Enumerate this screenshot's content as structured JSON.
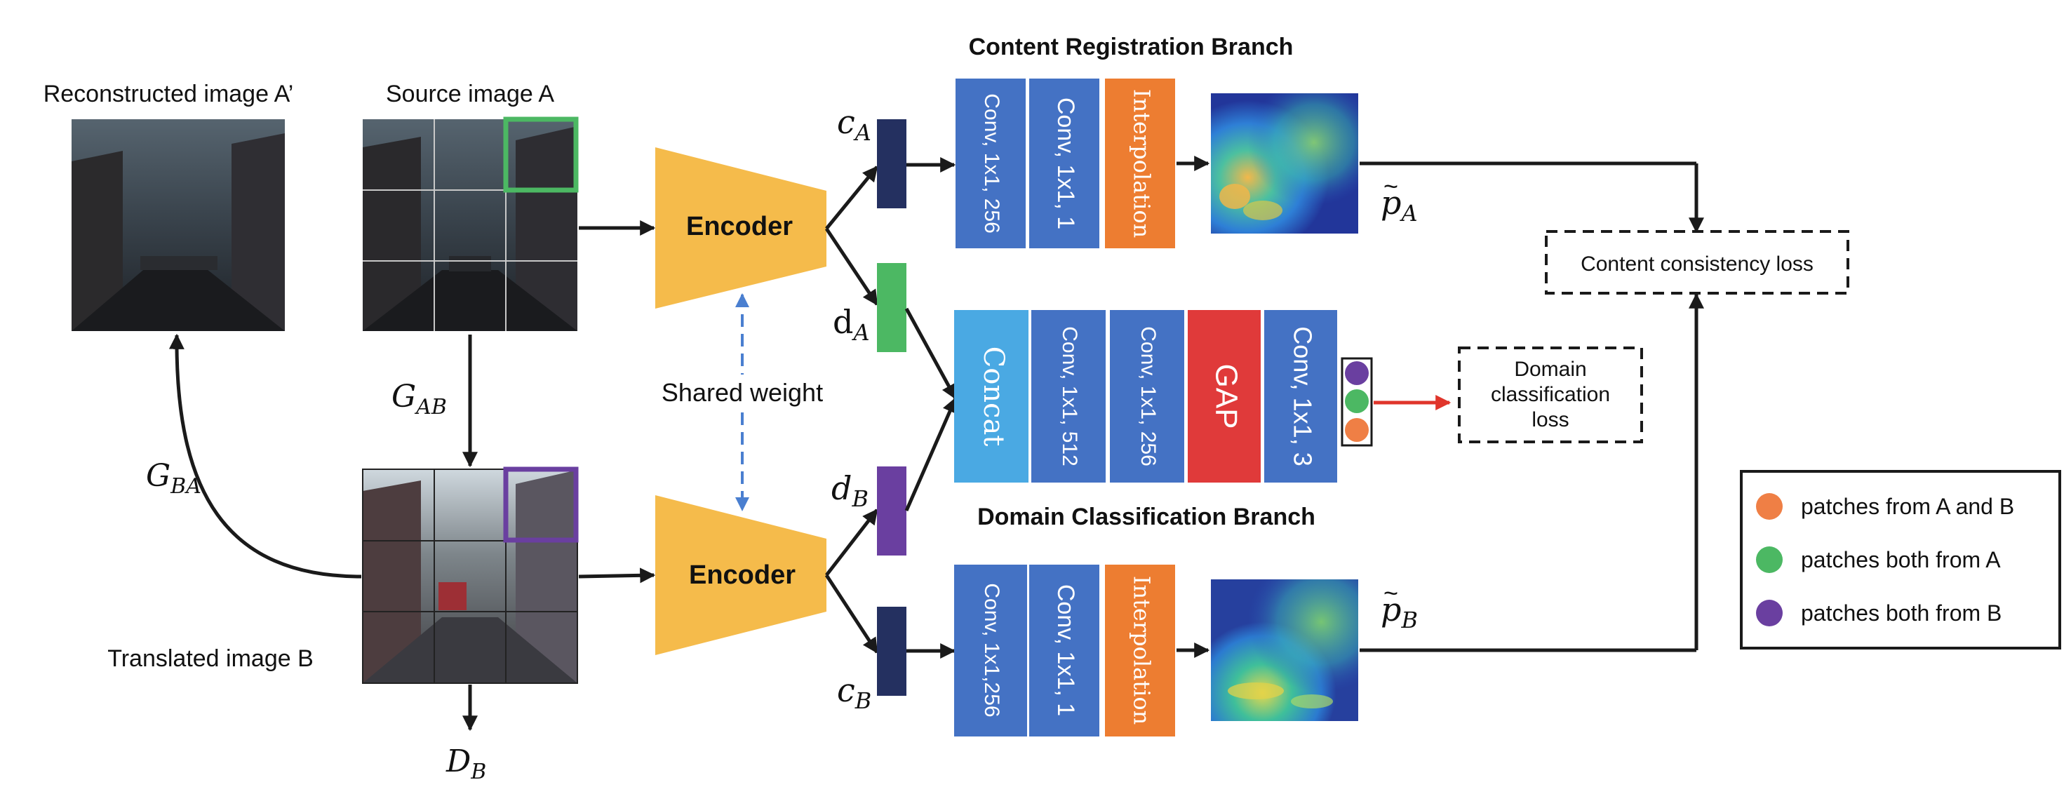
{
  "images": {
    "reconstructed_a": "Reconstructed image A’",
    "source_a": "Source image A",
    "translated_b": "Translated image B"
  },
  "generators": {
    "g_ab": "G",
    "g_ab_sub": "AB",
    "g_ba": "G",
    "g_ba_sub": "BA",
    "d_b": "D",
    "d_b_sub": "B"
  },
  "encoder": {
    "top": "Encoder",
    "bottom": "Encoder",
    "shared": "Shared weight"
  },
  "features": {
    "c_a": "c",
    "c_a_sub": "A",
    "d_a": "d",
    "d_a_sub": "A",
    "d_b": "d",
    "d_b_sub": "B",
    "c_b": "c",
    "c_b_sub": "B"
  },
  "content_branch": {
    "title": "Content Registration Branch",
    "top_blocks": [
      "Conv, 1x1, 256",
      "Conv, 1x1, 1",
      "Interpolation"
    ],
    "bottom_blocks": [
      "Conv, 1x1,256",
      "Conv, 1x1, 1",
      "Interpolation"
    ],
    "p_a": "p",
    "p_a_sub": "A",
    "p_b": "p",
    "p_b_sub": "B"
  },
  "domain_branch": {
    "title": "Domain Classification Branch",
    "blocks": [
      "Concat",
      "Conv, 1x1, 512",
      "Conv, 1x1, 256",
      "GAP",
      "Conv, 1x1, 3"
    ]
  },
  "losses": {
    "content": "Content consistency loss",
    "domain": [
      "Domain",
      "classification",
      "loss"
    ]
  },
  "legend": [
    {
      "label": "patches from A and B",
      "color": "#ef7f45"
    },
    {
      "label": "patches both from A",
      "color": "#4cb863"
    },
    {
      "label": "patches both from B",
      "color": "#6a3fa0"
    }
  ],
  "colors": {
    "encoder": "#f5bb4b",
    "conv_blue": "#4472c4",
    "interp_orange": "#ed7d31",
    "concat_cyan": "#4aa9e3",
    "gap_red": "#e03a3a",
    "feat_navy": "#243060",
    "feat_green": "#4cb863",
    "feat_purple": "#6a3fa0",
    "shared_arrow": "#4a7fd0",
    "domain_arrow": "#e0352b"
  }
}
